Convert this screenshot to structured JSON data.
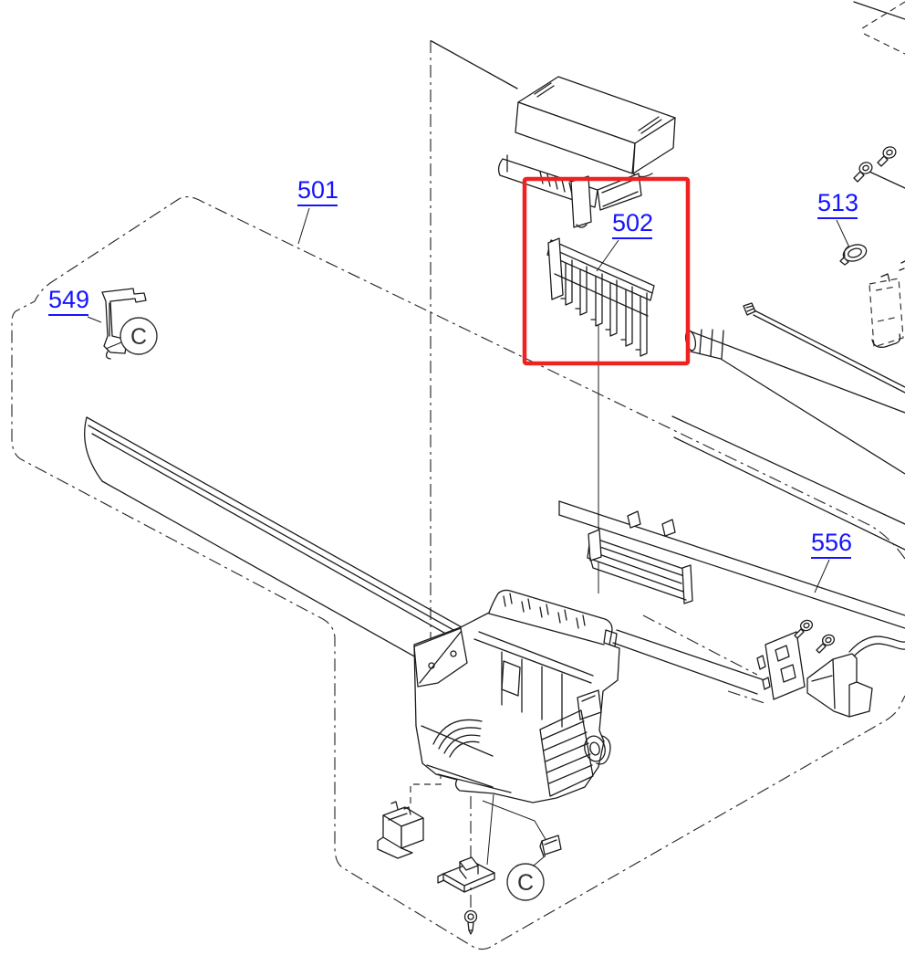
{
  "diagram": {
    "type": "exploded-parts-diagram",
    "labels": {
      "l501": "501",
      "l549": "549",
      "l502": "502",
      "l513": "513",
      "l556": "556"
    },
    "ref_markers": {
      "top": "C",
      "bottom": "C"
    },
    "highlight": {
      "part": "502",
      "color": "#ee2220"
    },
    "colors": {
      "line": "#1c1c1c",
      "label": "#1414ff",
      "background": "#ffffff"
    }
  }
}
